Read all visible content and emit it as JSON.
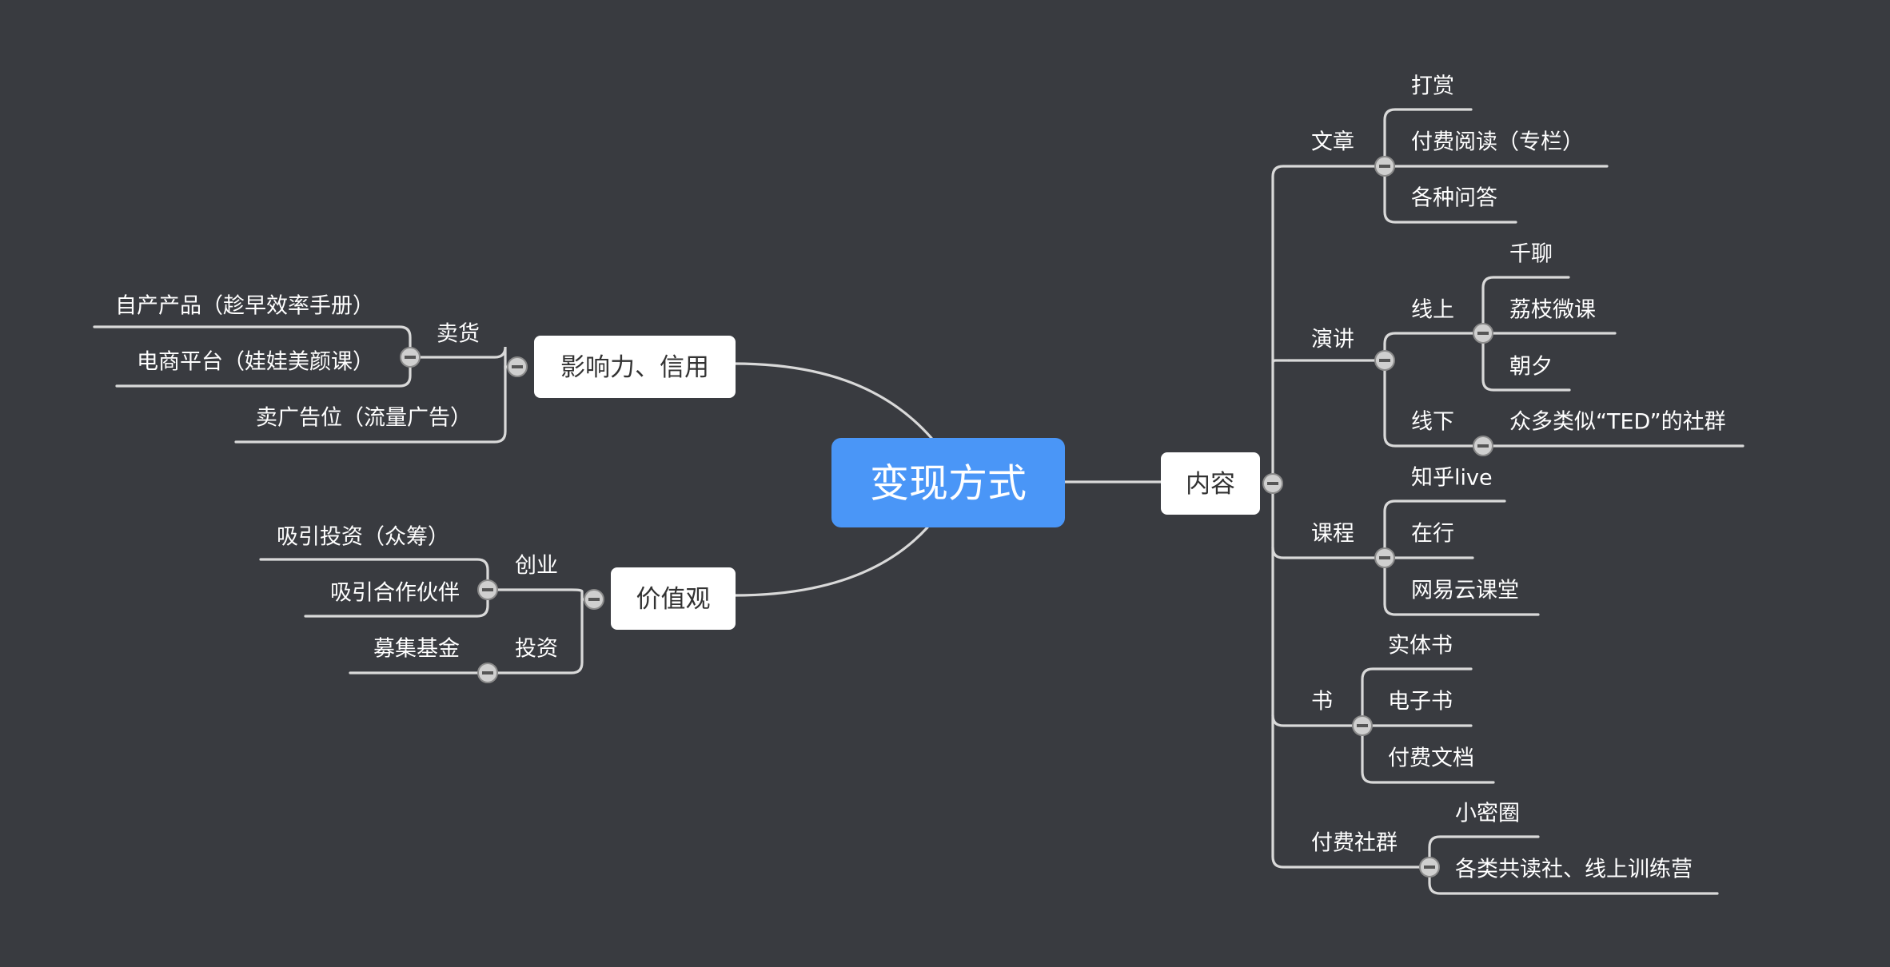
{
  "central": {
    "label": "变现方式",
    "color": "#4a96f7"
  },
  "branches": {
    "content": {
      "label": "内容",
      "children": {
        "article": {
          "label": "文章",
          "items": [
            "打赏",
            "付费阅读（专栏）",
            "各种问答"
          ]
        },
        "speech": {
          "label": "演讲",
          "online": {
            "label": "线上",
            "items": [
              "千聊",
              "荔枝微课",
              "朝夕"
            ]
          },
          "offline": {
            "label": "线下",
            "items": [
              "众多类似“TED”的社群"
            ]
          }
        },
        "course": {
          "label": "课程",
          "items": [
            "知乎live",
            "在行",
            "网易云课堂"
          ]
        },
        "book": {
          "label": "书",
          "items": [
            "实体书",
            "电子书",
            "付费文档"
          ]
        },
        "community": {
          "label": "付费社群",
          "items": [
            "小密圈",
            "各类共读社、线上训练营"
          ]
        }
      }
    },
    "influence": {
      "label": "影响力、信用",
      "children": {
        "sell_goods": {
          "label": "卖货",
          "items": [
            "自产产品（趁早效率手册）",
            "电商平台（娃娃美颜课）"
          ]
        },
        "ad": {
          "label": "卖广告位（流量广告）"
        }
      }
    },
    "values": {
      "label": "价值观",
      "children": {
        "startup": {
          "label": "创业",
          "items": [
            "吸引投资（众筹）",
            "吸引合作伙伴"
          ]
        },
        "invest": {
          "label": "投资",
          "items": [
            "募集基金"
          ]
        }
      }
    }
  },
  "style": {
    "background": "#393b40",
    "line": "#d9d9d9",
    "node_fill": "#ffffff",
    "accent": "#4a96f7"
  }
}
